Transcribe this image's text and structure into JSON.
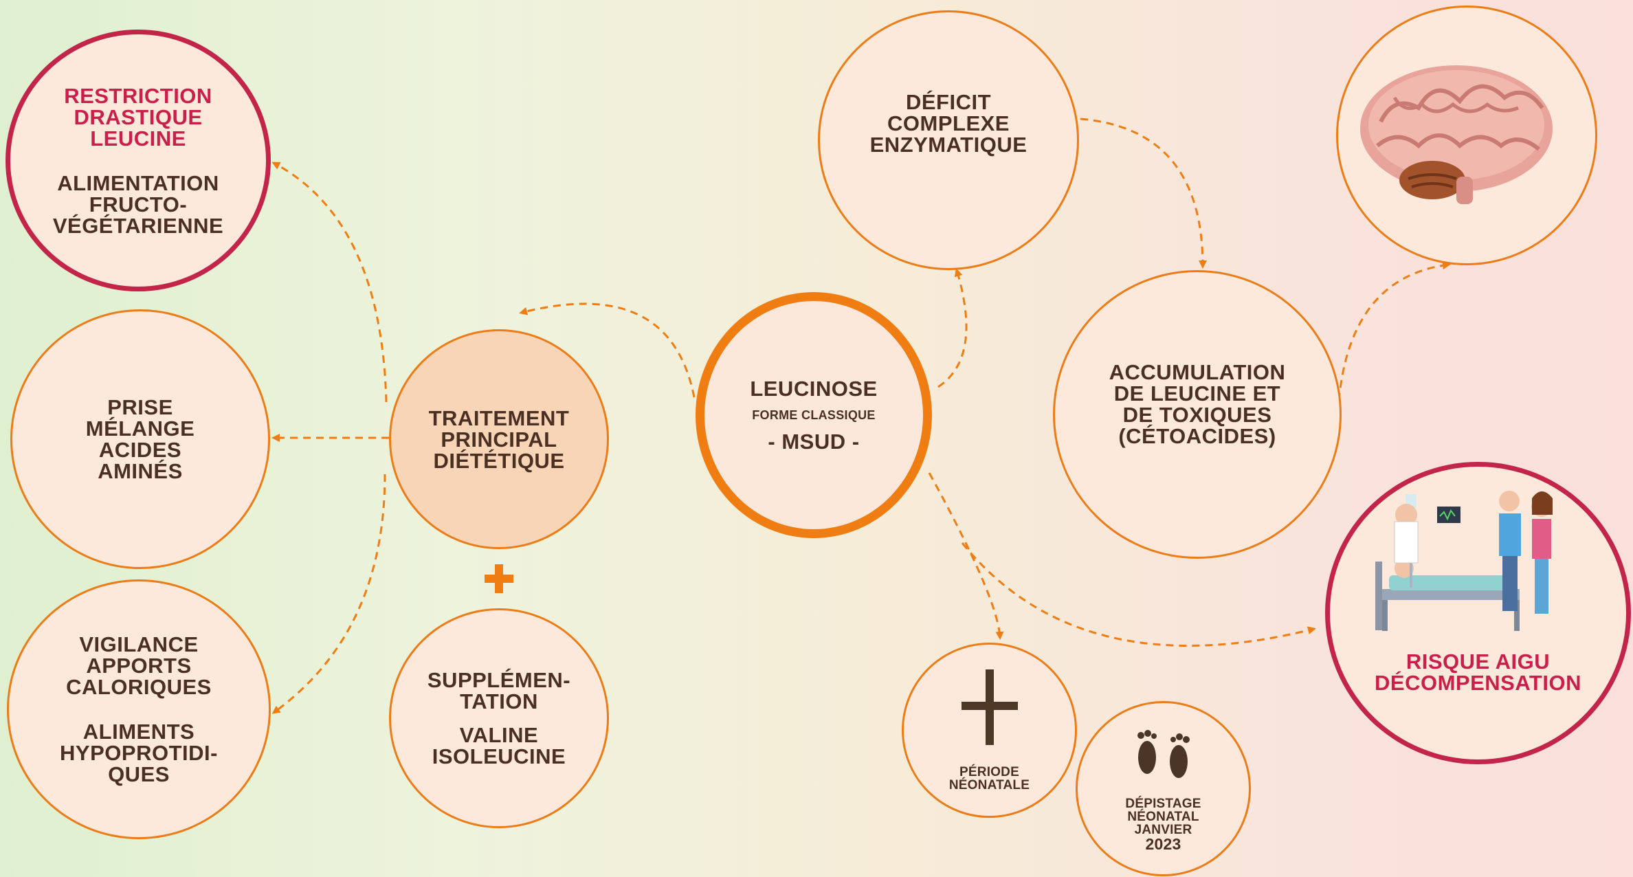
{
  "colors": {
    "accent": "#ef7d12",
    "alert": "#c2244a",
    "text": "#4a2f23",
    "circle_fill": "#fce9dc",
    "treatment_fill": "#f9d5b7"
  },
  "nodes": {
    "center": {
      "title": "LEUCINOSE",
      "subtitle": "FORME CLASSIQUE",
      "tag": "- MSUD -"
    },
    "restriction": {
      "highlight": "RESTRICTION\nDRASTIQUE\nLEUCINE",
      "text": "ALIMENTATION\nFRUCTO-\nVÉGÉTARIENNE"
    },
    "prise": {
      "text": "PRISE\nMÉLANGE\nACIDES\nAMINÉS"
    },
    "vigilance": {
      "text1": "VIGILANCE\nAPPORTS\nCALORIQUES",
      "text2": "ALIMENTS\nHYPOPROTIDI-\nQUES"
    },
    "traitement": {
      "text": "TRAITEMENT\nPRINCIPAL\nDIÉTÉTIQUE"
    },
    "supplementation": {
      "text1": "SUPPLÉMEN-\nTATION",
      "text2": "VALINE\nISOLEUCINE"
    },
    "deficit": {
      "text": "DÉFICIT\nCOMPLEXE\nENZYMATIQUE"
    },
    "accumulation": {
      "text": "ACCUMULATION\nDE LEUCINE ET\nDE TOXIQUES\n(CÉTOACIDES)"
    },
    "brain": {
      "icon": "brain-illustration"
    },
    "risque": {
      "icon": "hospital-bed-illustration",
      "text": "RISQUE AIGU\nDÉCOMPENSATION"
    },
    "neonatale": {
      "icon": "plus-icon",
      "text": "PÉRIODE\nNÉONATALE"
    },
    "depistage": {
      "icon": "footprints-icon",
      "text": "DÉPISTAGE\nNÉONATAL\nJANVIER",
      "year": "2023"
    }
  }
}
